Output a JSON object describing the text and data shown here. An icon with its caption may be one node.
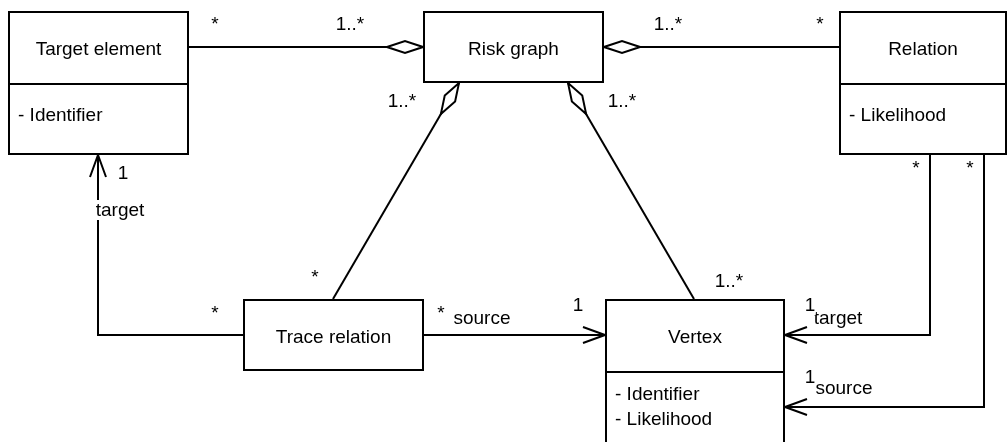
{
  "diagram": {
    "nodes": [
      {
        "text": [
          "Target element",
          "- Identifier"
        ]
      },
      {
        "text": [
          "Risk graph"
        ]
      },
      {
        "text": [
          "Relation",
          "- Likelihood"
        ]
      },
      {
        "text": [
          "Trace relation"
        ]
      },
      {
        "text": [
          "Vertex",
          "- Identifier",
          "- Likelihood"
        ]
      }
    ],
    "edges": [
      {
        "from": 0,
        "to": 1,
        "arrow": "other"
      },
      {
        "from": 2,
        "to": 1,
        "arrow": "other"
      },
      {
        "from": 3,
        "to": 1,
        "arrow": "other"
      },
      {
        "from": 4,
        "to": 1,
        "arrow": "other"
      },
      {
        "from": 3,
        "to": 0,
        "arrow": "to",
        "label": "target"
      },
      {
        "from": 3,
        "to": 4,
        "arrow": "to",
        "label": "source"
      },
      {
        "from": 2,
        "to": 4,
        "arrow": "to",
        "label": "target"
      },
      {
        "from": 2,
        "to": 4,
        "arrow": "to",
        "label": "source"
      }
    ],
    "labels": [
      "*",
      "1..*",
      "1..*",
      "*",
      "1..*",
      "1..*",
      "1",
      "*",
      "*",
      "*",
      "1..*",
      "*",
      "*",
      "1",
      "1",
      "1"
    ]
  }
}
